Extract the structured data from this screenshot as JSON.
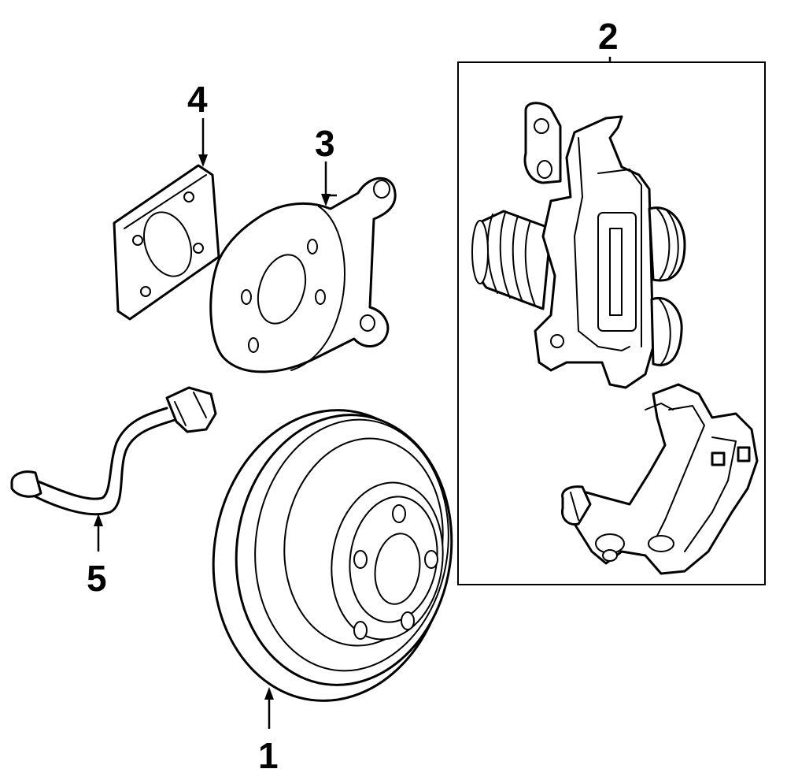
{
  "callouts": {
    "rotor": "1",
    "caliper_assembly": "2",
    "splash_shield": "3",
    "gasket": "4",
    "wear_sensor": "5"
  },
  "colors": {
    "line": "#000000",
    "background": "#ffffff"
  }
}
